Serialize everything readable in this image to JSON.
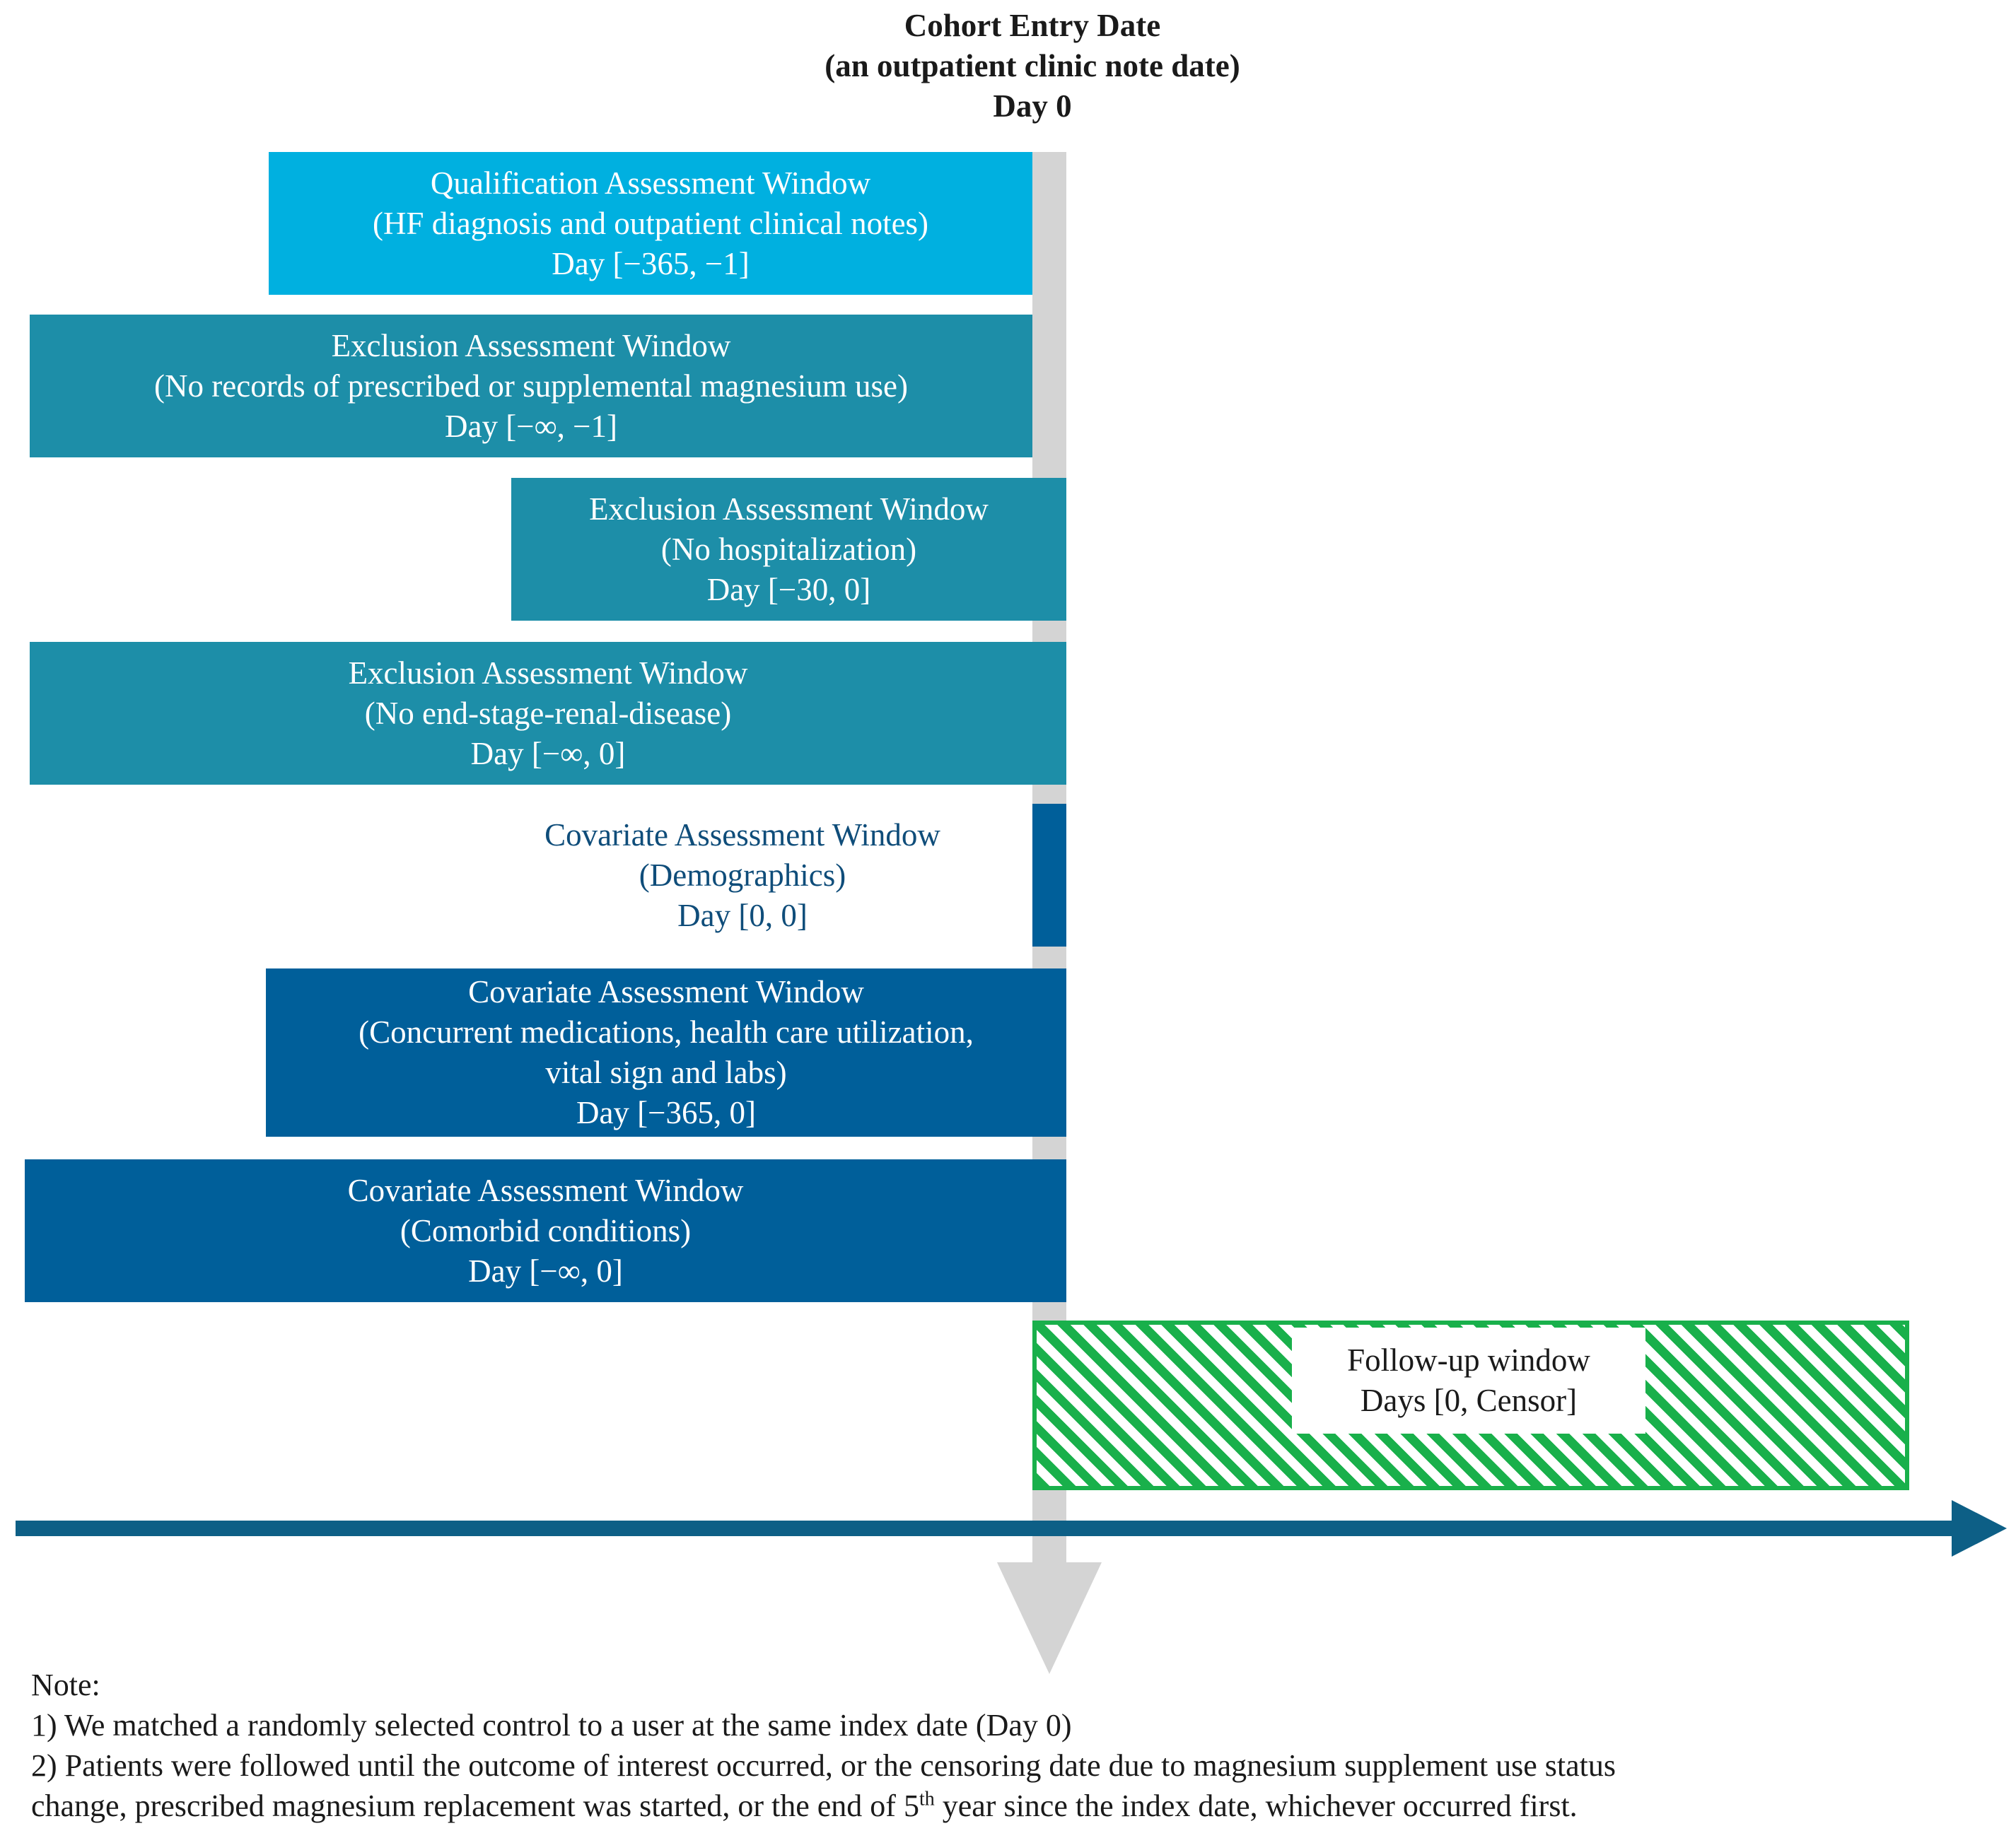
{
  "header": {
    "line1": "Cohort Entry Date",
    "line2": "(an outpatient clinic note date)",
    "line3": "Day 0"
  },
  "windows": [
    {
      "title": "Qualification Assessment Window",
      "detail": "(HF diagnosis and outpatient clinical notes)",
      "range": "Day [−365, −1]",
      "color": "#00b0e0"
    },
    {
      "title": "Exclusion Assessment Window",
      "detail": "(No records of prescribed or supplemental magnesium use)",
      "range": "Day [−∞, −1]",
      "color": "#1d8ea8"
    },
    {
      "title": "Exclusion Assessment Window",
      "detail": "(No hospitalization)",
      "range": "Day [−30, 0]",
      "color": "#1d8ea8"
    },
    {
      "title": "Exclusion Assessment Window",
      "detail": "(No end-stage-renal-disease)",
      "range": "Day [−∞, 0]",
      "color": "#1d8ea8"
    },
    {
      "title": "Covariate Assessment Window",
      "detail": "(Demographics)",
      "range": "Day [0, 0]",
      "color": "#005f9a"
    },
    {
      "title": "Covariate Assessment Window",
      "detail": "(Concurrent medications, health care utilization,",
      "detail2": "vital sign and labs)",
      "range": "Day [−365, 0]",
      "color": "#005f9a"
    },
    {
      "title": "Covariate Assessment Window",
      "detail": "(Comorbid conditions)",
      "range": "Day [−∞, 0]",
      "color": "#005f9a"
    }
  ],
  "followup": {
    "title": "Follow-up window",
    "range": "Days [0, Censor]",
    "color": "#19b04b"
  },
  "timeline_color": "#0d5f86",
  "day0_marker_color": "#d4d4d4",
  "note": {
    "heading": "Note:",
    "item1": "1) We matched a randomly selected control to a user at the same index date (Day 0)",
    "item2_line1": "2) Patients were followed until the outcome of interest occurred, or the censoring date due to magnesium supplement use status",
    "item2_line2_pre": "change, prescribed magnesium replacement was started, or the end of 5",
    "item2_sup": "th",
    "item2_line2_post": " year since the index date, whichever occurred first."
  }
}
